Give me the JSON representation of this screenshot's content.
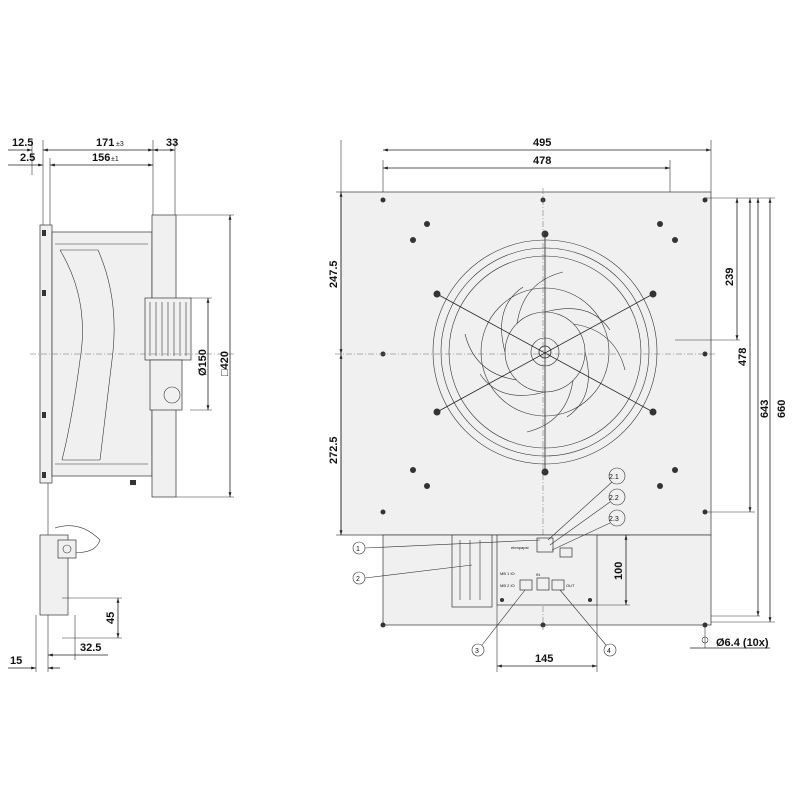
{
  "side_view": {
    "dims": {
      "d_12_5": "12.5",
      "d_171": "171",
      "d_171_tol": "±3",
      "d_33": "33",
      "d_2_5": "2.5",
      "d_156": "156",
      "d_156_tol": "±1",
      "d_150": "Ø150",
      "d_420": "□420",
      "d_45": "45",
      "d_32_5": "32.5",
      "d_15": "15"
    }
  },
  "front_view": {
    "dims": {
      "d_495": "495",
      "d_478_top": "478",
      "d_247_5": "247.5",
      "d_272_5": "272.5",
      "d_239": "239",
      "d_478_right": "478",
      "d_643": "643",
      "d_660": "660",
      "d_100": "100",
      "d_145": "145",
      "d_hole": "Ø6.4 (10x)"
    },
    "callouts": {
      "c_1": "1",
      "c_2": "2",
      "c_2_1": "2.1",
      "c_2_2": "2.2",
      "c_2_3": "2.3",
      "c_3": "3",
      "c_4": "4"
    },
    "box_labels": {
      "brand": "ebmpapst",
      "lbl_a": "MB 1 IO",
      "lbl_b": "MB 2 IO",
      "lbl_c": "IN",
      "lbl_d": "OUT"
    }
  }
}
